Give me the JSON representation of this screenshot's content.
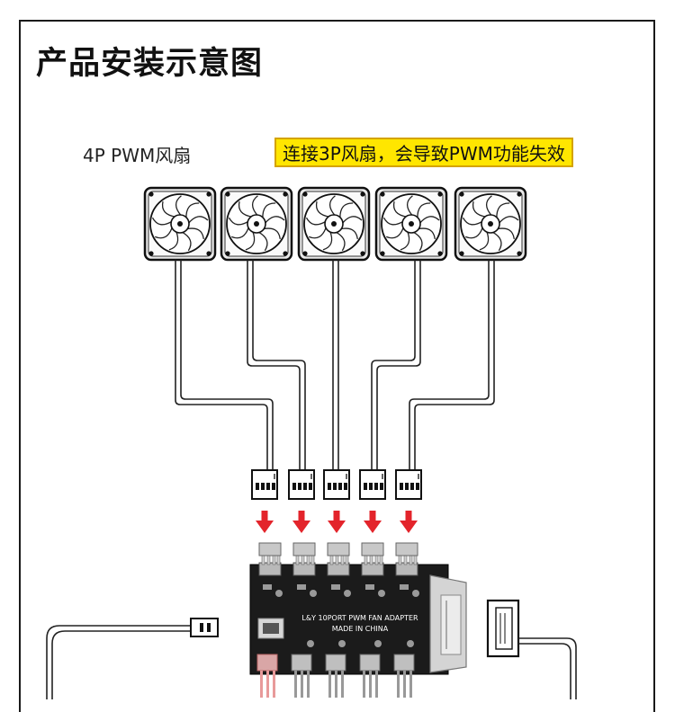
{
  "title": "产品安装示意图",
  "fan_label": "4P PWM风扇",
  "warning": "连接3P风扇，会导致PWM功能失效",
  "pcb_text_line1": "L&Y 10PORT PWM FAN ADAPTER",
  "pcb_text_line2": "MADE IN CHINA",
  "colors": {
    "warning_bg": "#ffe600",
    "arrow": "#e3242b",
    "pcb": "#1b1b1b"
  }
}
